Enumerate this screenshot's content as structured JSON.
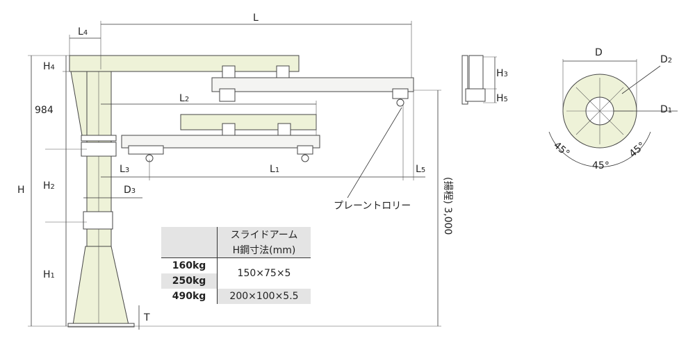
{
  "dimensions": {
    "L": "L",
    "L1": "L",
    "L2": "L",
    "L3": "L",
    "L4": "L",
    "L5": "L",
    "L_sub": {
      "L1": "1",
      "L2": "2",
      "L3": "3",
      "L4": "4",
      "L5": "5"
    },
    "H": "H",
    "H1": "H",
    "H2": "H",
    "H3": "H",
    "H4": "H",
    "H5": "H",
    "H_sub": {
      "H1": "1",
      "H2": "2",
      "H3": "3",
      "H4": "4",
      "H5": "5"
    },
    "D": "D",
    "D1": "D",
    "D2": "D",
    "D3": "D",
    "D_sub": {
      "D1": "1",
      "D2": "2",
      "D3": "3"
    },
    "T": "T",
    "height_984": "984",
    "lift_label": "(揚程) 3,000",
    "angle_left": "45°",
    "angle_bottom": "45°",
    "angle_right": "45°"
  },
  "callout": "プレーントロリー",
  "table": {
    "header": [
      "",
      "スライドアーム",
      "H鋼寸法(mm)"
    ],
    "rows": [
      {
        "capacity": "160kg",
        "size": "150×75×5"
      },
      {
        "capacity": "250kg",
        "size": "150×75×5"
      },
      {
        "capacity": "490kg",
        "size": "200×100×5.5"
      }
    ]
  }
}
